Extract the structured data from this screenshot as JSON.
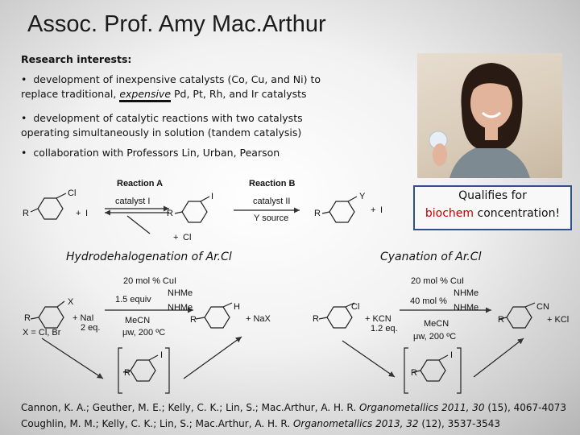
{
  "slide": {
    "title": "Assoc. Prof. Amy Mac.Arthur",
    "research_heading": "Research interests:",
    "bullet1_a": "development of inexpensive catalysts (Co, Cu, and Ni) to replace traditional,",
    "bullet1_emph": "expensive",
    "bullet1_b": "Pd, Pt, Rh, and Ir catalysts",
    "bullet2": "development of catalytic reactions with two catalysts operating simultaneously in solution  (tandem catalysis)",
    "bullet3": "collaboration with Professors Lin, Urban, Pearson",
    "callout_line1": "Qualifies for",
    "callout_biochem": "biochem",
    "callout_rest": " concentration!",
    "subtitle_left": "Hydrodehalogenation of Ar.Cl",
    "subtitle_right": "Cyanation of Ar.Cl",
    "ref1_a": "Cannon, K. A.; Geuther, M. E.; Kelly,  C. K.; Lin, S.; Mac.Arthur, A. H. R.",
    "ref1_journal": "Organometallics 2011, 30",
    "ref1_b": "(15), 4067-4073",
    "ref2_a": "Coughlin, M. M.; Kelly, C. K.; Lin, S.; Mac.Arthur, A. H. R.",
    "ref2_journal": "Organometallics 2013, 32",
    "ref2_b": "(12), 3537-3543"
  },
  "scheme": {
    "reaction_a": "Reaction A",
    "reaction_b": "Reaction B",
    "catalyst_1": "catalyst I",
    "catalyst_2": "catalyst II",
    "y_source": "Y source",
    "r": "R",
    "cl": "Cl",
    "i": "I",
    "y": "Y",
    "plus": "+",
    "i_minus": "I",
    "cl_minus": "Cl",
    "cui_left": "20 mol % CuI",
    "equiv_left": "1.5 equiv",
    "nhme": "NHMe",
    "x": "X",
    "nai": "+ NaI",
    "two_eq": "2 eq.",
    "mecn": "MeCN",
    "mw_left": "μw, 200 ºC",
    "xcond": "X = Cl, Br",
    "h": "H",
    "nax": "+  NaX",
    "cui_right": "20 mol % CuI",
    "mol_right": "40 mol %",
    "kcn": "+ KCN",
    "kcn_eq": "1.2 eq.",
    "mw_right": "μw,  200 ºC",
    "cn": "CN",
    "kcl": "+  KCl"
  }
}
